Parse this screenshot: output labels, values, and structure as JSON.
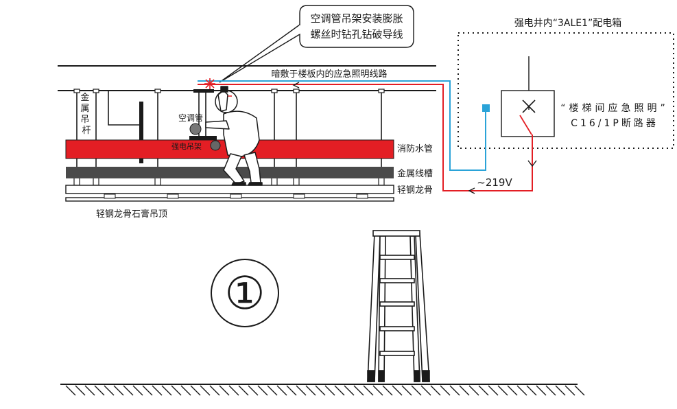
{
  "callout": {
    "line1": "空调管吊架安装膨胀",
    "line2": "螺丝时钻孔钻破导线"
  },
  "panel": {
    "title": "强电井内“3ALE1”配电箱",
    "breaker_line1": "“楼梯间应急照明”",
    "breaker_line2": "C16/1P断路器"
  },
  "labels": {
    "embedded_wire": "暗敷于楼板内的应急照明线路",
    "hanger_rod": "金属吊杆",
    "ac_pipe": "空调管",
    "power_bracket": "强电吊架",
    "fire_pipe": "消防水管",
    "metal_tray": "金属线槽",
    "steel_keel": "轻钢龙骨",
    "ceiling": "轻钢龙骨石膏吊顶",
    "voltage": "~219V"
  },
  "step_number": "①",
  "colors": {
    "fire_pipe": "#e31e24",
    "live_wire": "#e31e24",
    "neutral_wire": "#2aa3d8",
    "tray": "#4a4a4a",
    "line": "#1a1a1a"
  }
}
